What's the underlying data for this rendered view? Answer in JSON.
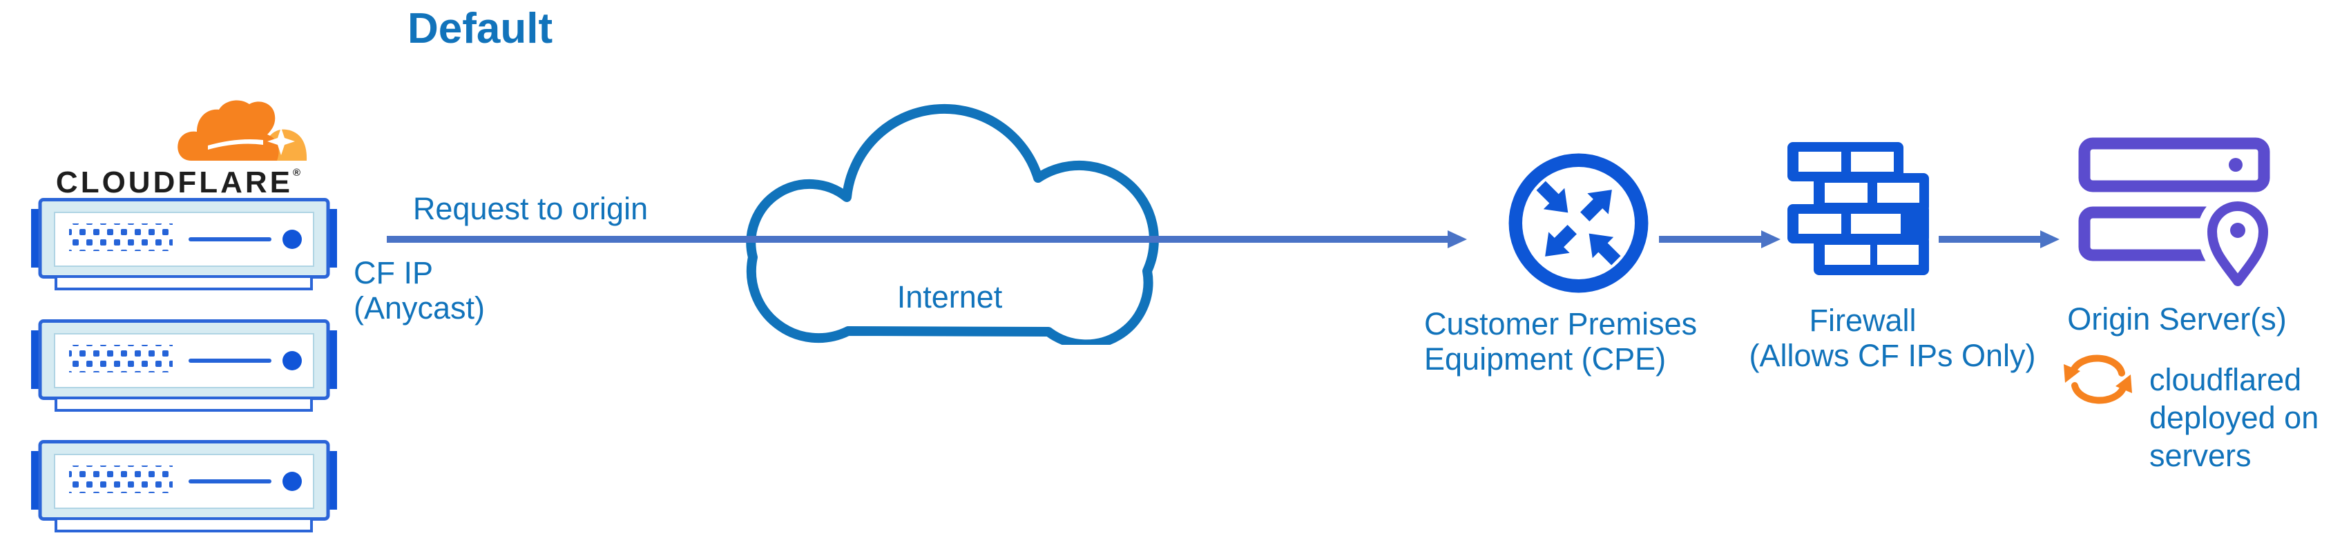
{
  "page": {
    "title": "Default"
  },
  "colors": {
    "label_blue": "#1173BB",
    "arrow_blue": "#4A73C6",
    "icon_blue": "#0D56D6",
    "cloud_outline": "#1173BB",
    "server_border": "#2B65D8",
    "server_fill": "#D6EBF2",
    "tab_blue": "#1155D8",
    "purple": "#5B4CCE",
    "orange": "#F6821F",
    "orange_light": "#FBAD41",
    "wordmark_black": "#1E1E1E"
  },
  "icons": {
    "cloudflare_logo": "cloudflare-cloud",
    "edge_server": "server-box",
    "internet": "cloud-outline",
    "cpe": "router-arrows-circle",
    "firewall": "brick-wall",
    "origin": "server-stack-with-location-pin",
    "cloudflared": "sync-arrows"
  },
  "cloudflare": {
    "wordmark": "CLOUDFLARE",
    "registered": "®",
    "server_count": 3
  },
  "flow": {
    "request_label": "Request to origin",
    "cf_ip_line1": "CF IP",
    "cf_ip_line2": "(Anycast)"
  },
  "internet": {
    "label": "Internet"
  },
  "cpe": {
    "label_line1": "Customer Premises",
    "label_line2": "Equipment (CPE)"
  },
  "firewall": {
    "label_line1": "Firewall",
    "label_line2": "(Allows CF IPs Only)"
  },
  "origin": {
    "label": "Origin Server(s)",
    "note_line1": "cloudflared",
    "note_line2": "deployed on",
    "note_line3": "servers"
  }
}
